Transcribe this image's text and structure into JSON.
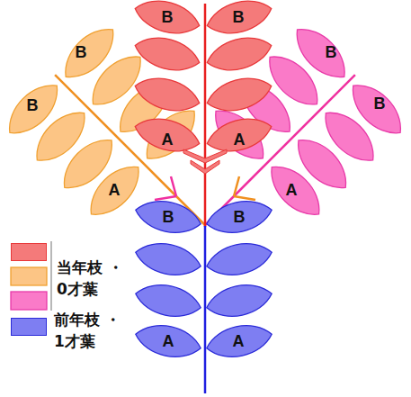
{
  "diagram": {
    "labels": [
      "B",
      "B",
      "B",
      "B",
      "B",
      "B",
      "A",
      "A",
      "A",
      "A",
      "B",
      "B",
      "A",
      "A"
    ],
    "legend": [
      {
        "text": "当年枝 ・0才葉",
        "color": "#f47a7a"
      },
      {
        "text": "前年枝 ・1才葉",
        "color": "#7e7ef2"
      }
    ]
  }
}
